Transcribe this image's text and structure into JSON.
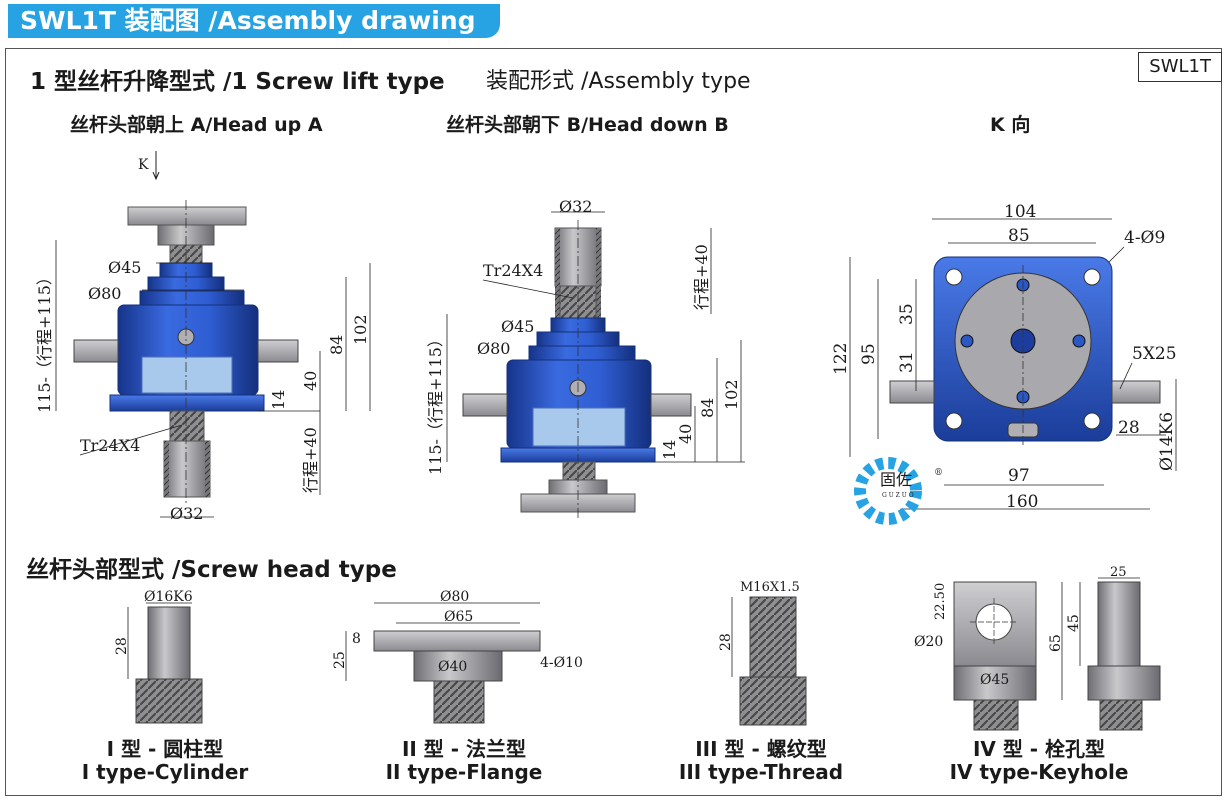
{
  "header": {
    "title": "SWL1T 装配图 /Assembly drawing",
    "model_tag": "SWL1T"
  },
  "section1": {
    "title": "1 型丝杆升降型式 /1 Screw lift type",
    "subtitle": "装配形式 /Assembly type",
    "views": {
      "head_up": "丝杆头部朝上 A/Head up A",
      "head_down": "丝杆头部朝下 B/Head down B",
      "k_view": "K 向"
    },
    "k_arrow": "K"
  },
  "dims_a": {
    "d45": "Ø45",
    "d80": "Ø80",
    "stroke": "115-（行程+115）",
    "d102": "102",
    "d84": "84",
    "d40": "40",
    "d14": "14",
    "thread": "Tr24X4",
    "stroke40": "行程+40",
    "d32": "Ø32"
  },
  "dims_b": {
    "d32": "Ø32",
    "thread": "Tr24X4",
    "stroke40": "行程+40",
    "d45": "Ø45",
    "d80": "Ø80",
    "stroke": "115-（行程+115）",
    "d102": "102",
    "d84": "84",
    "d40": "40",
    "d14": "14"
  },
  "dims_k": {
    "w104": "104",
    "w85": "85",
    "holes": "4-Ø9",
    "h122": "122",
    "h95": "95",
    "h35": "35",
    "h31": "31",
    "key": "5X25",
    "d28": "28",
    "shaft": "Ø14K6",
    "w97": "97",
    "w160": "160"
  },
  "watermark": {
    "text": "固佐",
    "mark": "®",
    "sub": "G U Z U O"
  },
  "section2": {
    "title": "丝杆头部型式 /Screw head type"
  },
  "head_types": [
    {
      "cn": "I 型 - 圆柱型",
      "en": "I type-Cylinder",
      "dims": {
        "d": "Ø16K6",
        "h": "28"
      }
    },
    {
      "cn": "II 型 - 法兰型",
      "en": "II type-Flange",
      "dims": {
        "d80": "Ø80",
        "d65": "Ø65",
        "h8": "8",
        "h25": "25",
        "d40": "Ø40",
        "holes": "4-Ø10"
      }
    },
    {
      "cn": "III 型 - 螺纹型",
      "en": "III type-Thread",
      "dims": {
        "m": "M16X1.5",
        "h": "28"
      }
    },
    {
      "cn": "IV 型 - 栓孔型",
      "en": "IV type-Keyhole",
      "dims": {
        "h22": "22.50",
        "d20": "Ø20",
        "d45": "Ø45",
        "h65": "65",
        "h45": "45",
        "w25": "25"
      }
    }
  ],
  "colors": {
    "accent": "#27a3e3",
    "body_blue": "#2a58c4",
    "steel": "#a9a9ad"
  }
}
